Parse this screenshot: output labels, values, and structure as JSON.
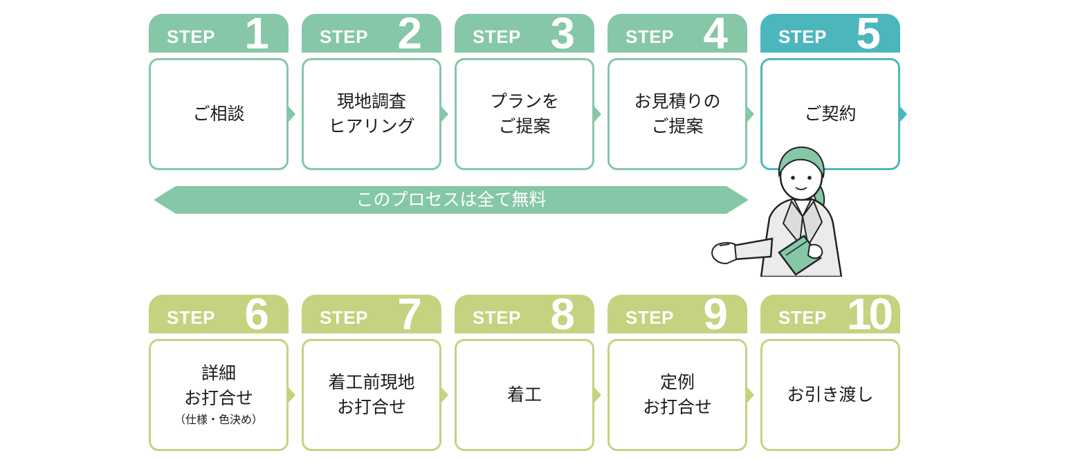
{
  "colors": {
    "green": "#85c7a7",
    "teal": "#4cb6bd",
    "lime": "#c5d27f"
  },
  "steps": [
    {
      "label": "STEP",
      "number": "1",
      "lines": [
        "ご相談"
      ],
      "note": ""
    },
    {
      "label": "STEP",
      "number": "2",
      "lines": [
        "現地調査",
        "ヒアリング"
      ],
      "note": ""
    },
    {
      "label": "STEP",
      "number": "3",
      "lines": [
        "プランを",
        "ご提案"
      ],
      "note": ""
    },
    {
      "label": "STEP",
      "number": "4",
      "lines": [
        "お見積りの",
        "ご提案"
      ],
      "note": ""
    },
    {
      "label": "STEP",
      "number": "5",
      "lines": [
        "ご契約"
      ],
      "note": ""
    },
    {
      "label": "STEP",
      "number": "6",
      "lines": [
        "詳細",
        "お打合せ"
      ],
      "note": "（仕様・色決め）"
    },
    {
      "label": "STEP",
      "number": "7",
      "lines": [
        "着工前現地",
        "お打合せ"
      ],
      "note": ""
    },
    {
      "label": "STEP",
      "number": "8",
      "lines": [
        "着工"
      ],
      "note": ""
    },
    {
      "label": "STEP",
      "number": "9",
      "lines": [
        "定例",
        "お打合せ"
      ],
      "note": ""
    },
    {
      "label": "STEP",
      "number": "10",
      "lines": [
        "お引き渡し"
      ],
      "note": ""
    }
  ],
  "free_banner": "このプロセスは全て無料",
  "illustration": "woman-guide-icon"
}
